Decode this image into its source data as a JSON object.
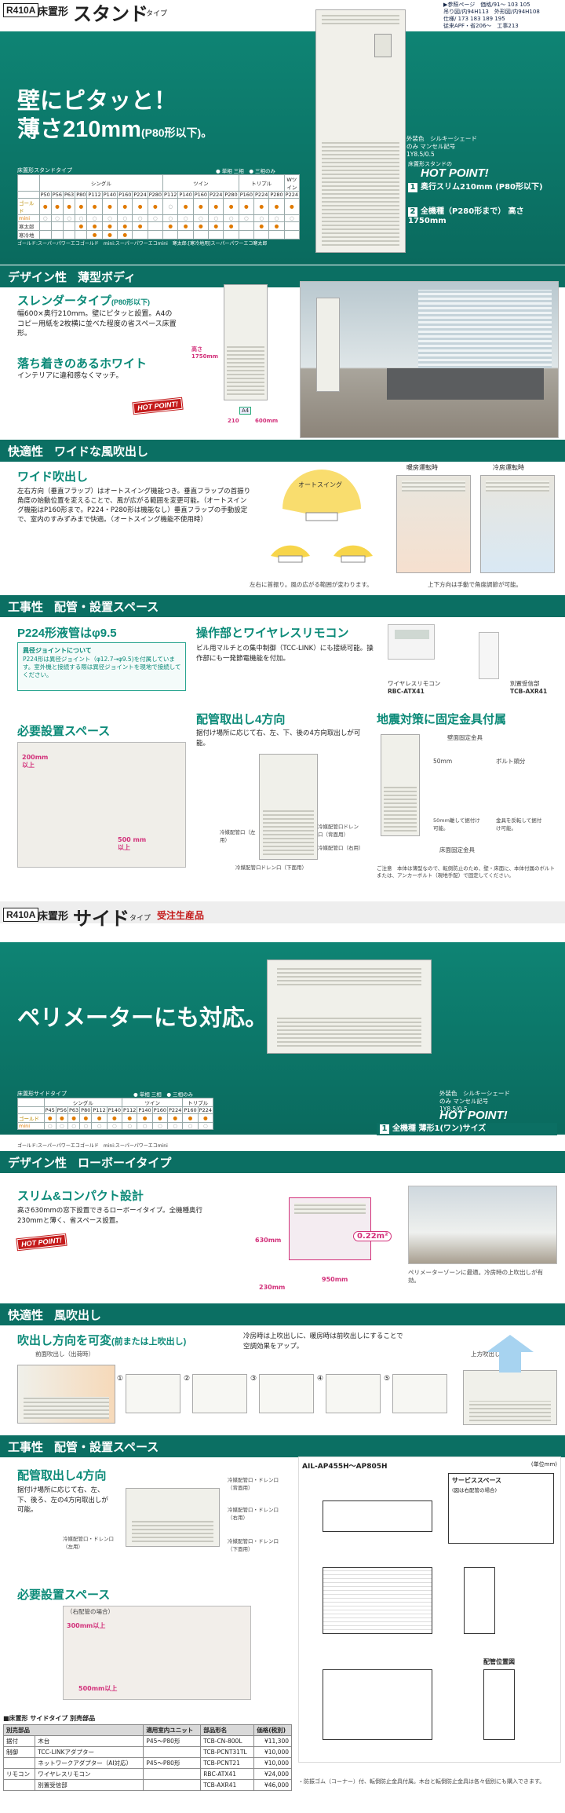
{
  "colors": {
    "teal": "#0d7f71",
    "teal_dark": "#0b6f63",
    "accent_text": "#0b8a78",
    "red": "#c41a1a",
    "pink": "#d2307a"
  },
  "s1": {
    "tag": "R410A",
    "cat": "床置形",
    "title": "スタンド",
    "type": "タイプ",
    "ref": "▶参照ページ　価格/91〜 103 105",
    "ref2": "吊り図/内94H113　外形図/内94H108",
    "ref3": "仕様/ 173 183 189 195",
    "ref4": "従来APF・省206〜　工事213",
    "hero1": "壁にピタッと！",
    "hero2": "薄さ210mm",
    "hero2s": "(P80形以下)。",
    "tbl_title": "床置形スタンドタイプ",
    "legend1": "● 単相 三相",
    "legend2": "● 三相のみ",
    "tbl_hdr": [
      "シングル",
      "ツイン",
      "トリプル",
      "Wツイン"
    ],
    "tbl_caps": [
      "P50",
      "P56",
      "P63",
      "P80",
      "P112",
      "P140",
      "P160",
      "P224",
      "P280",
      "P112",
      "P140",
      "P160",
      "P224",
      "P280",
      "P160",
      "P224",
      "P280",
      "P224"
    ],
    "tbl_rows": [
      {
        "name": "ゴールド",
        "dots": "●●●●●●●●●○●●●●●●●●"
      },
      {
        "name": "mini",
        "dots": "○○○○○○○○○○○○○○○○○○"
      },
      {
        "name": "寒太郎",
        "dots": "　　　●●●●●　●●●●●　●●　"
      },
      {
        "name": "寒冷地",
        "dots": "　　　　●●●　　　　　　　　　　　"
      }
    ],
    "tbl_foot": "ゴールド:スーパーパワーエコゴールド　mini:スーパーパワーエコmini　寒太郎:[寒冷地用]スーパーパワーエコ寒太郎",
    "color_note": "外装色　シルキーシェードのみ マンセル記号1Y8.5/0.5",
    "hp_label": "床置形スタンドの",
    "hp": "HOT POINT!",
    "points": [
      {
        "n": "1",
        "t": "奥行スリム210mm (P80形以下)"
      },
      {
        "n": "2",
        "t": "全機種（P280形まで） 高さ1750mm"
      }
    ],
    "bar1": "デザイン性",
    "bar1s": "薄型ボディ",
    "slender": "スレンダータイプ",
    "slender_s": "(P80形以下)",
    "slender_t": "幅600×奥行210mm。壁にピタッと設置。A4のコピー用紙を2枚横に並べた程度の省スペース床置形。",
    "white": "落ち着きのあるホワイト",
    "white_t": "インテリアに違和感なくマッチ。",
    "dim_h": "高さ 1750mm",
    "dim_w": "600mm",
    "dim_d": "210",
    "a4": "A4",
    "badge": "HOT POINT!",
    "bar2": "快適性",
    "bar2s": "ワイドな風吹出し",
    "wide": "ワイド吹出し",
    "wide_t": "左右方向（垂直フラップ）はオートスイング機能つき。垂直フラップの首振り角度の始動位置を変えることで、風が広がる範囲を変更可能。（オートスイング機能はP160形まで。P224・P280形は機能なし）垂直フラップの手動設定で、室内のすみずみまで快適。（オートスイング機能不使用時）",
    "autoswing": "オートスイング",
    "swing_cap": "左右に首振り。風の広がる範囲が変わります。",
    "heat": "暖房運転時",
    "cool": "冷房運転時",
    "ud_cap": "上下方向は手動で角度調節が可能。",
    "bar3": "工事性",
    "bar3s": "配管・設置スペース",
    "p224": "P224形液管はφ9.5",
    "joint_t": "異径ジョイントについて",
    "joint_b": "P224形は異径ジョイント（φ12.7→φ9.5)を付属しています。室外機と接続する際は異径ジョイントを現地で接続してください。",
    "remote": "操作部とワイヤレスリモコン",
    "remote_t": "ビル用マルチとの集中制御（TCC-LINK）にも接続可能。操作部にも一発節電機能を付加。",
    "rem1": "ワイヤレスリモコン",
    "rem1m": "RBC-ATX41",
    "rem2": "別置受信部",
    "rem2m": "TCB-AXR41",
    "space": "必要設置スペース",
    "sp1": "200mm 以上",
    "sp2": "500 mm以上",
    "pipe": "配管取出し4方向",
    "pipe_t": "据付け場所に応じて右、左、下、後の4方向取出しが可能。",
    "pipe_l1": "冷媒配管口（左用）",
    "pipe_l2": "冷媒配管口ドレン口（背面用）",
    "pipe_l3": "冷媒配管口（右用）",
    "pipe_l4": "冷媒配管口ドレン口（下面用）",
    "quake": "地震対策に固定金具付属",
    "q1": "壁面固定金具",
    "q2": "50mm",
    "q3": "ボルト頭分",
    "q4": "50mm離して据付け可能。",
    "q5": "金具を反転して据付け可能。",
    "q6": "床面固定金具",
    "q_note": "ご注意　本体は薄型なので、転倒防止のため、壁・床面に、本体付属のボルトまたは、アンカーボルト（現地手配）で固定してください。"
  },
  "s2": {
    "tag": "R410A",
    "cat": "床置形",
    "title": "サイド",
    "type": "タイプ",
    "made": "受注生産品",
    "hero": "ペリメーターにも対応。",
    "tbl_title": "床置形サイドタイプ",
    "legend1": "● 単相 三相",
    "legend2": "● 三相のみ",
    "tbl_hdr": [
      "シングル",
      "ツイン",
      "トリプル"
    ],
    "tbl_caps": [
      "P45",
      "P56",
      "P63",
      "P80",
      "P112",
      "P140",
      "P112",
      "P140",
      "P160",
      "P224",
      "P160",
      "P224"
    ],
    "tbl_rows": [
      {
        "name": "ゴールド",
        "dots": "●●●●●●●●●●●●"
      },
      {
        "name": "mini",
        "dots": "○○○○○○○○○○○○"
      }
    ],
    "tbl_foot": "ゴールド:スーパーパワーエコゴールド　mini:スーパーパワーエコmini",
    "color_note": "外装色　シルキーシェードのみ マンセル記号1Y8.5/0.5",
    "hp": "HOT POINT!",
    "points": [
      {
        "n": "1",
        "t": "全機種 薄形1(ワン)サイズ"
      }
    ],
    "bar1": "デザイン性",
    "bar1s": "ローボーイタイプ",
    "slim": "スリム&コンパクト設計",
    "slim_t": "高さ630mmの窓下設置できるローボーイタイプ。全機種奥行230mmと薄く、省スペース設置。",
    "d630": "630mm",
    "d230": "230mm",
    "d950": "950mm",
    "area": "0.22m²",
    "badge": "HOT POINT!",
    "peri_cap": "ペリメーターゾーンに最適。冷房時の上吹出しが有効。",
    "bar2": "快適性",
    "bar2s": "風吹出し",
    "vary": "吹出し方向を可変",
    "vary_s": "(前または上吹出し)",
    "vary_t": "冷房時は上吹出しに、暖房時は前吹出しにすることで空調効果をアップ。",
    "front": "前面吹出し（出荷時）",
    "top": "上方吹出し",
    "steps": [
      "①",
      "②",
      "③",
      "④",
      "⑤"
    ],
    "bar3": "工事性",
    "bar3s": "配管・設置スペース",
    "pipe": "配管取出し4方向",
    "pipe_t": "据付け場所に応じて右、左、下、後ろ、左の4方向取出しが可能。",
    "pl1": "冷媒配管口・ドレン口（背面用）",
    "pl2": "冷媒配管口・ドレン口（右用）",
    "pl3": "冷媒配管口・ドレン口（左用）",
    "pl4": "冷媒配管口・ドレン口（下面用）",
    "space": "必要設置スペース",
    "sp1": "（右配管の場合）",
    "sp2": "300mm以上",
    "sp3": "500mm以上",
    "model": "AIL-AP455H〜AP805H",
    "unit": "(単位mm)",
    "svc": "サービススペース",
    "svc_n": "(図は右配管の場合)",
    "pipe_pos": "配管位置図",
    "acc_title": "■床置形 サイドタイプ 別売部品",
    "acc_head": [
      "別売部品",
      "適用室内ユニット",
      "部品形名",
      "価格(税別)"
    ],
    "acc_rows": [
      {
        "a": "据付",
        "b": "木台",
        "c": "P45〜P80形",
        "d": "TCB-CN-800L",
        "e": "¥11,300"
      },
      {
        "a": "制御",
        "b": "TCC-LINKアダプター",
        "c": "",
        "d": "TCB-PCNT31TL",
        "e": "¥10,000"
      },
      {
        "a": "",
        "b": "ネットワークアダプター（AI対応）",
        "c": "P45〜P80形",
        "d": "TCB-PCNT21",
        "e": "¥10,000"
      },
      {
        "a": "リモコン",
        "b": "ワイヤレスリモコン",
        "c": "",
        "d": "RBC-ATX41",
        "e": "¥24,000"
      },
      {
        "a": "",
        "b": "別置受信部",
        "c": "",
        "d": "TCB-AXR41",
        "e": "¥46,000"
      }
    ],
    "foot": "・防振ゴム（コーナー）付、転倒防止金具付属。木台と転倒防止金具は各々個別にも購入できます。"
  }
}
